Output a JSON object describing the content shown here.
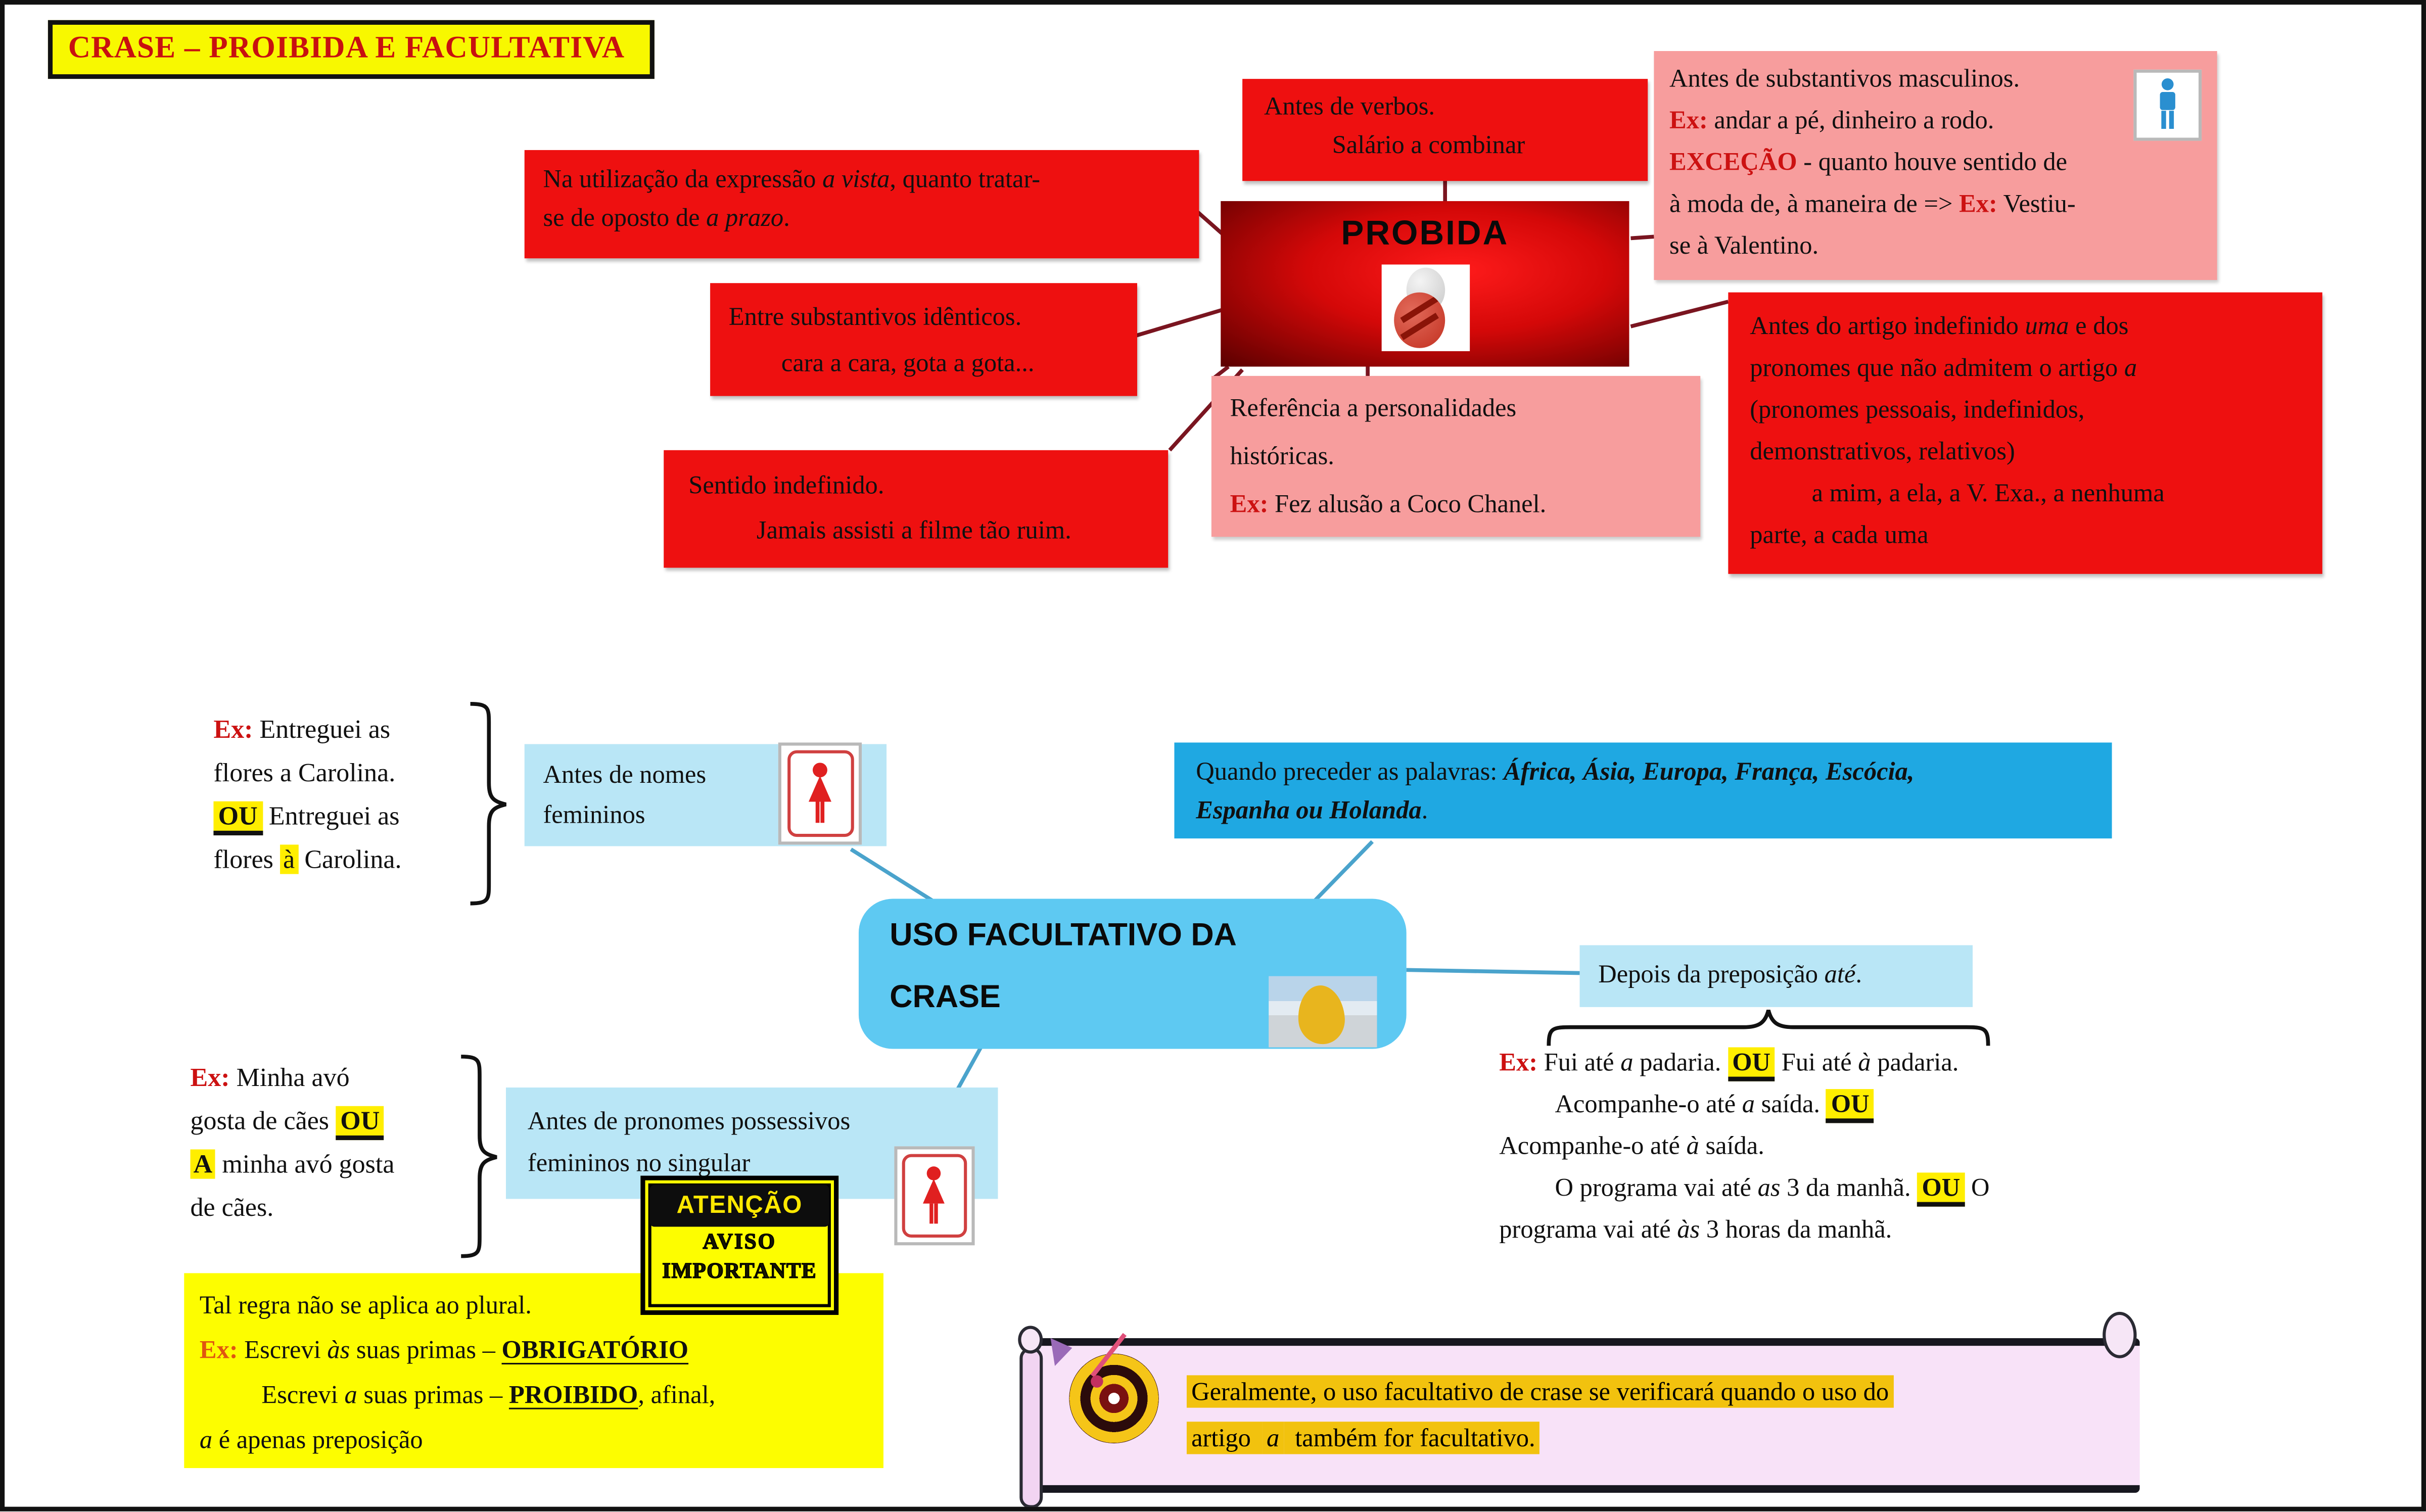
{
  "palette": {
    "red_box": "#ee1010",
    "pink_box": "#f79d9d",
    "light_blue_box": "#b9e6f6",
    "bright_blue_box": "#1fa8e2",
    "yellow_box": "#fdfd00",
    "node_blue": "#5ec9f2",
    "node_red_bright": "#ff1b1b",
    "node_red_dark": "#5a0000",
    "highlight_yellow": "#ffee00",
    "scroll_highlight": "#f2c20e",
    "connector_red": "#7a1520",
    "connector_blue": "#4aa3cc",
    "title_text_red": "#c81010",
    "title_bg": "#f8f800",
    "scroll_bg": "#f8e2f8"
  },
  "icons": {
    "male_restroom": "male-restroom-icon",
    "female_restroom": "female-restroom-icon",
    "prohibition": "no-sign-icon",
    "target": "target-dart-icon",
    "photo": "duck-photo",
    "warning": "warning-sign"
  },
  "title": "CRASE – PROIBIDA E FACULTATIVA",
  "proibida": {
    "label": "PROBIDA",
    "verbos": {
      "l1": [
        {
          "t": "Antes de verbos."
        }
      ],
      "l2": [
        {
          "t": "Salário a combinar"
        }
      ]
    },
    "avista": {
      "l1": [
        {
          "t": "Na utilização da expressão "
        },
        {
          "t": "a vista",
          "c": "i"
        },
        {
          "t": ", quanto tratar-"
        }
      ],
      "l2": [
        {
          "t": "se de oposto de "
        },
        {
          "t": "a prazo",
          "c": "i"
        },
        {
          "t": "."
        }
      ]
    },
    "masculinos": {
      "l1": [
        {
          "t": "Antes de substantivos masculinos."
        }
      ],
      "l2": [
        {
          "t": "Ex:",
          "c": "red"
        },
        {
          "t": " andar a pé, dinheiro a rodo."
        }
      ],
      "l3": [
        {
          "t": "EXCEÇÃO",
          "c": "red"
        },
        {
          "t": " - quanto houve sentido de"
        }
      ],
      "l4": [
        {
          "t": "à moda de, à maneira de => "
        },
        {
          "t": "Ex:",
          "c": "red"
        },
        {
          "t": " Vestiu-"
        }
      ],
      "l5": [
        {
          "t": "se à Valentino."
        }
      ]
    },
    "artigo_indefinido": {
      "l1": [
        {
          "t": "Antes do artigo indefinido "
        },
        {
          "t": "uma",
          "c": "i"
        },
        {
          "t": " e dos"
        }
      ],
      "l2": [
        {
          "t": "pronomes que não admitem o artigo "
        },
        {
          "t": "a",
          "c": "i"
        }
      ],
      "l3": [
        {
          "t": "(pronomes pessoais, indefinidos,"
        }
      ],
      "l4": [
        {
          "t": "demonstrativos, relativos)"
        }
      ],
      "l5": [
        {
          "t": "a mim, a ela, a V. Exa., a nenhuma"
        }
      ],
      "l6": [
        {
          "t": "parte, a cada uma"
        }
      ]
    },
    "identicos": {
      "l1": [
        {
          "t": "Entre substantivos idênticos."
        }
      ],
      "l2": [
        {
          "t": "cara a cara, gota a gota..."
        }
      ]
    },
    "referencia": {
      "l1": [
        {
          "t": "Referência a personalidades"
        }
      ],
      "l2": [
        {
          "t": "históricas."
        }
      ],
      "l3": [
        {
          "t": "Ex:",
          "c": "red"
        },
        {
          "t": " Fez alusão a Coco Chanel."
        }
      ]
    },
    "sentido": {
      "l1": [
        {
          "t": "Sentido  indefinido."
        }
      ],
      "l2": [
        {
          "t": "Jamais assisti a filme tão ruim."
        }
      ]
    }
  },
  "facultativo": {
    "label1": "USO FACULTATIVO DA",
    "label2": "CRASE",
    "nomes_femininos": {
      "l1": [
        {
          "t": "Antes de nomes"
        }
      ],
      "l2": [
        {
          "t": "femininos"
        }
      ]
    },
    "paises": {
      "l1": [
        {
          "t": "Quando preceder as palavras: "
        },
        {
          "t": "África, Ásia, Europa, França, Escócia,",
          "c": "bi"
        }
      ],
      "l2": [
        {
          "t": "Espanha ou Holanda",
          "c": "bi"
        },
        {
          "t": "."
        }
      ]
    },
    "ate": {
      "l1": [
        {
          "t": "Depois da preposição "
        },
        {
          "t": "até",
          "c": "i"
        },
        {
          "t": "."
        }
      ]
    },
    "possessivos": {
      "l1": [
        {
          "t": "Antes de pronomes possessivos"
        }
      ],
      "l2": [
        {
          "t": "femininos no singular"
        }
      ]
    }
  },
  "ex_carolina": {
    "l1": [
      {
        "t": "Ex:",
        "c": "red"
      },
      {
        "t": " Entreguei as"
      }
    ],
    "l2": [
      {
        "t": "flores a Carolina."
      }
    ],
    "l3": [
      {
        "t": "OU",
        "c": "hlu"
      },
      {
        "t": " Entreguei as"
      }
    ],
    "l4": [
      {
        "t": "flores "
      },
      {
        "t": "à",
        "c": "hl"
      },
      {
        "t": " Carolina."
      }
    ]
  },
  "ex_avo": {
    "l1": [
      {
        "t": "Ex:",
        "c": "red"
      },
      {
        "t": " Minha avó"
      }
    ],
    "l2": [
      {
        "t": "gosta de cães "
      },
      {
        "t": "OU",
        "c": "hlu"
      }
    ],
    "l3": [
      {
        "t": "A",
        "c": "hl b"
      },
      {
        "t": " minha avó gosta"
      }
    ],
    "l4": [
      {
        "t": "de cães."
      }
    ]
  },
  "ex_ate": {
    "l1": [
      {
        "t": "Ex:",
        "c": "red"
      },
      {
        "t": " Fui até "
      },
      {
        "t": "a",
        "c": "i"
      },
      {
        "t": " padaria. "
      },
      {
        "t": "OU",
        "c": "hlu"
      },
      {
        "t": " Fui até "
      },
      {
        "t": "à",
        "c": "i"
      },
      {
        "t": " padaria."
      }
    ],
    "l2": [
      {
        "t": "Acompanhe-o até "
      },
      {
        "t": "a",
        "c": "i"
      },
      {
        "t": " saída. "
      },
      {
        "t": "OU",
        "c": "hlu"
      }
    ],
    "l3": [
      {
        "t": "Acompanhe-o até "
      },
      {
        "t": "à",
        "c": "i"
      },
      {
        "t": " saída."
      }
    ],
    "l4": [
      {
        "t": "O programa vai até "
      },
      {
        "t": "as",
        "c": "i"
      },
      {
        "t": " 3 da manhã. "
      },
      {
        "t": "OU",
        "c": "hlu"
      },
      {
        "t": " O"
      }
    ],
    "l5": [
      {
        "t": "programa vai até "
      },
      {
        "t": "às",
        "c": "i"
      },
      {
        "t": " 3 horas da manhã."
      }
    ]
  },
  "plural": {
    "l1": [
      {
        "t": "Tal regra não se aplica ao plural."
      }
    ],
    "l2": [
      {
        "t": "Ex:",
        "c": "orr"
      },
      {
        "t": " Escrevi "
      },
      {
        "t": "às",
        "c": "i"
      },
      {
        "t": " suas primas – "
      },
      {
        "t": "OBRIGATÓRIO",
        "c": "u"
      }
    ],
    "l3": [
      {
        "t": "Escrevi "
      },
      {
        "t": "a",
        "c": "i"
      },
      {
        "t": " suas primas – "
      },
      {
        "t": "PROIBIDO",
        "c": "u"
      },
      {
        "t": ", afinal,"
      }
    ],
    "l4": [
      {
        "t": "a",
        "c": "i"
      },
      {
        "t": " é apenas preposição"
      }
    ]
  },
  "atencao": {
    "band": "ATENÇÃO",
    "w1": "AVISO",
    "w2": "IMPORTANTE"
  },
  "scroll": {
    "l1": [
      {
        "t": "Geralmente, o uso facultativo de crase se verificará quando o uso do",
        "c": "shl"
      }
    ],
    "l2": [
      {
        "t": "artigo ",
        "c": "shl"
      },
      {
        "t": "a",
        "c": "shl i"
      },
      {
        "t": " também for facultativo.",
        "c": "shl"
      }
    ]
  }
}
